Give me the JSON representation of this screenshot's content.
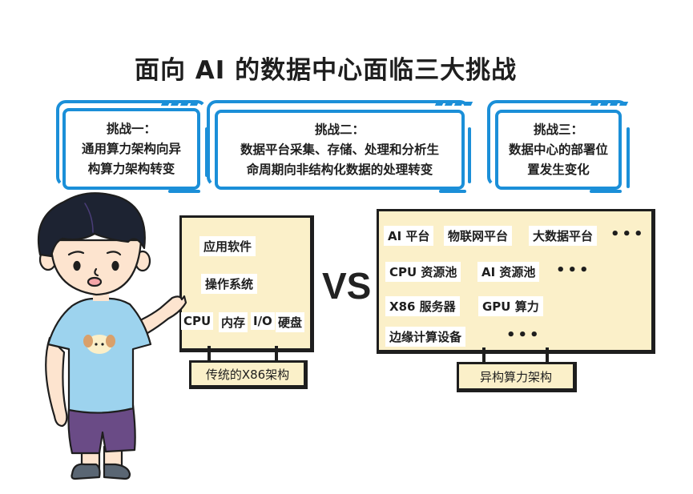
{
  "title": "面向 AI 的数据中心面临三大挑战",
  "challenges": [
    {
      "heading": "挑战一：",
      "lines": [
        "通用算力架构向异",
        "构算力架构转变"
      ]
    },
    {
      "heading": "挑战二：",
      "lines": [
        "数据平台采集、存储、处理和分析生",
        "命周期向非结构化数据的处理转变"
      ]
    },
    {
      "heading": "挑战三：",
      "lines": [
        "数据中心的部署位",
        "置发生变化"
      ]
    }
  ],
  "traditional": {
    "layers": [
      "应用软件",
      "操作系统"
    ],
    "hardware": [
      "CPU",
      "内存",
      "I/O",
      "硬盘"
    ],
    "label": "传统的X86架构"
  },
  "vs": "VS",
  "heterogeneous": {
    "rows": [
      {
        "items": [
          "AI 平台",
          "物联网平台",
          "大数据平台"
        ],
        "more": "•••"
      },
      {
        "items": [
          "CPU 资源池",
          "AI 资源池"
        ],
        "more": "•••"
      },
      {
        "items": [
          "X86 服务器",
          "GPU 算力"
        ],
        "more": ""
      },
      {
        "items": [
          "边缘计算设备"
        ],
        "more": "•••"
      }
    ],
    "label": "异构算力架构"
  },
  "colors": {
    "accent_blue": "#1b8fd8",
    "box_fill": "#fbf0c9",
    "outline": "#1e1e1e",
    "shirt": "#9dd3ee",
    "shorts": "#6a4b86"
  }
}
